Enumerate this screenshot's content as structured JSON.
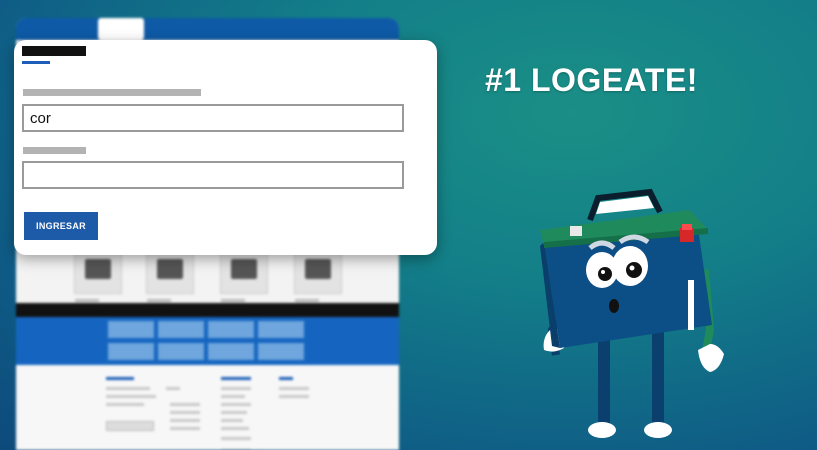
{
  "login": {
    "username_value": "cor",
    "password_value": "",
    "submit_label": "INGRESAR"
  },
  "headline": "#1 LOGEATE!",
  "colors": {
    "accent": "#1d5aa8",
    "background": "#137f88",
    "battery_body": "#0b4f86",
    "battery_top": "#1f8a5b"
  },
  "icons": [
    "battery-mascot"
  ]
}
